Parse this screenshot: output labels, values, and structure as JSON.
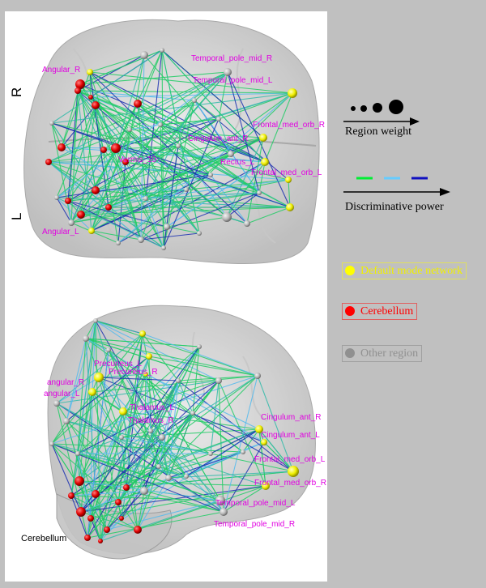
{
  "top_view": {
    "side_R": "R",
    "side_L": "L",
    "labels": [
      "Angular_R",
      "Temporal_pole_mid_R",
      "Temporal_pole_mid_L",
      "Frontal_med_orb_R",
      "Cingulum_ant_R",
      "Vermis_10",
      "Rectus_L",
      "Frontal_med_orb_L",
      "Angular_L"
    ]
  },
  "side_view": {
    "labels": [
      "Precuneus_L",
      "Precuneus_R",
      "angular_R",
      "angular_L",
      "Thalamus_L",
      "Thalamus_R",
      "Cingulum_ant_R",
      "Cingulum_ant_L",
      "Frontal_med_orb_L",
      "Frontal_med_orb_R",
      "Temporal_pole_mid_L",
      "Temporal_pole_mid_R"
    ],
    "cerebellum_caption": "Cerebellum"
  },
  "legend": {
    "region_weight": "Region weight",
    "discriminative_power": "Discriminative power",
    "discriminative_colors": [
      "#00ee33",
      "#66ccff",
      "#1010c0"
    ],
    "default_mode_network": "Default mode network",
    "cerebellum": "Cerebellum",
    "other_region": "Other region",
    "colors": {
      "dmn": "#ffff00",
      "cerebellum": "#ff0000",
      "other": "#999999"
    }
  }
}
